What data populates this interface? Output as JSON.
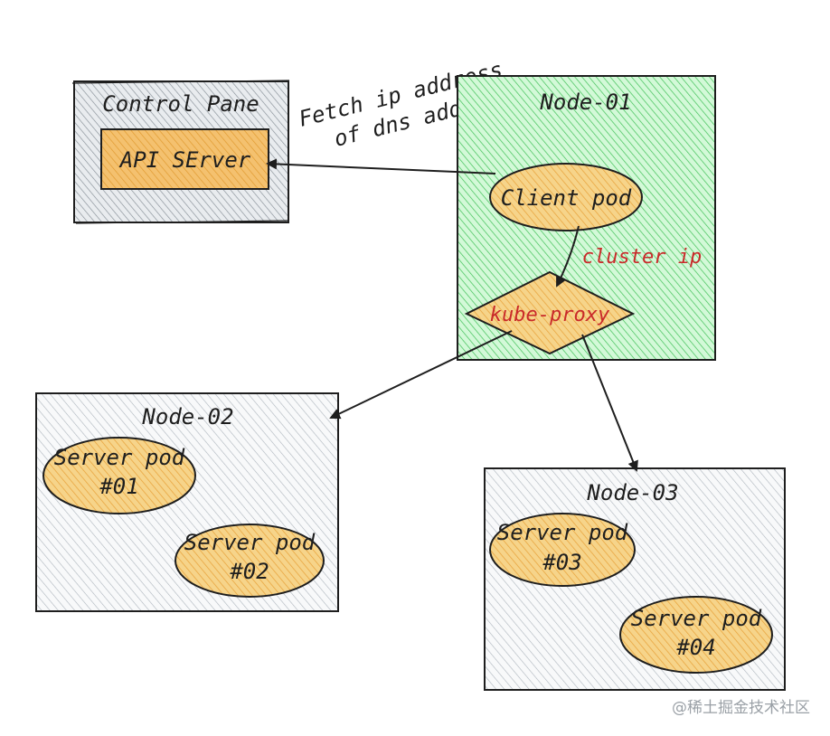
{
  "control_pane": {
    "title": "Control Pane",
    "api_server": "API SErver"
  },
  "fetch_note": {
    "line1": "Fetch ip address",
    "line2": "of dns address"
  },
  "node01": {
    "title": "Node-01",
    "client_pod": "Client pod",
    "cluster_ip": "cluster ip",
    "kube_proxy": "kube-proxy"
  },
  "node02": {
    "title": "Node-02",
    "pod1_line1": "Server pod",
    "pod1_line2": "#01",
    "pod2_line1": "Server pod",
    "pod2_line2": "#02"
  },
  "node03": {
    "title": "Node-03",
    "pod3_line1": "Server pod",
    "pod3_line2": "#03",
    "pod4_line1": "Server pod",
    "pod4_line2": "#04"
  },
  "watermark": "@稀土掘金技术社区",
  "colors": {
    "control_fill": "#ced4da",
    "node01_fill": "#b2f2bb",
    "node01_hatch": "#40c057",
    "gray_fill": "#dee2e6",
    "pod_fill": "#ffd43b",
    "pod_hatch": "#e8a33c",
    "api_fill": "#f4c16f",
    "accent_text": "#c92a2a"
  }
}
